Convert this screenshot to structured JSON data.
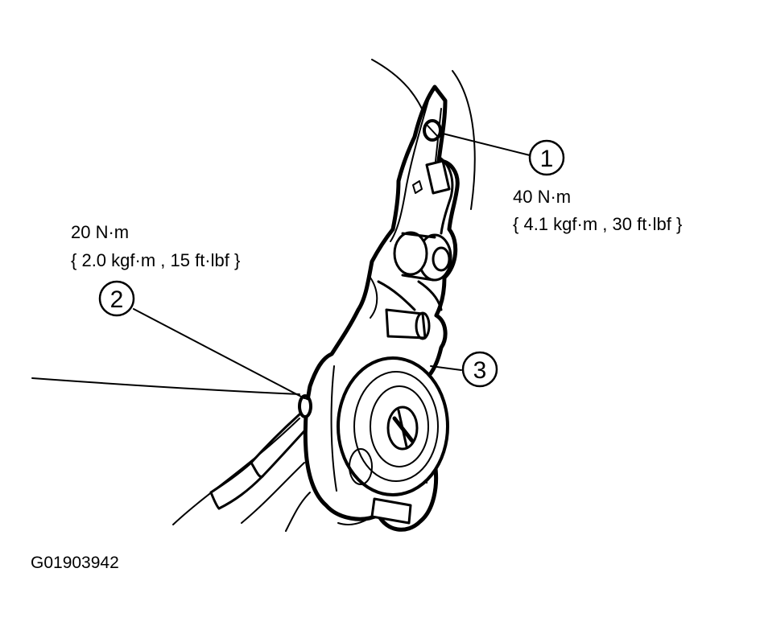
{
  "callouts": [
    {
      "number": "1",
      "torque": "40 N·m",
      "torque_alt": "{ 4.1 kgf·m , 30 ft·lbf }"
    },
    {
      "number": "2",
      "torque": "20 N·m",
      "torque_alt": "{ 2.0 kgf·m , 15 ft·lbf }"
    },
    {
      "number": "3"
    }
  ],
  "figure_code": "G01903942"
}
